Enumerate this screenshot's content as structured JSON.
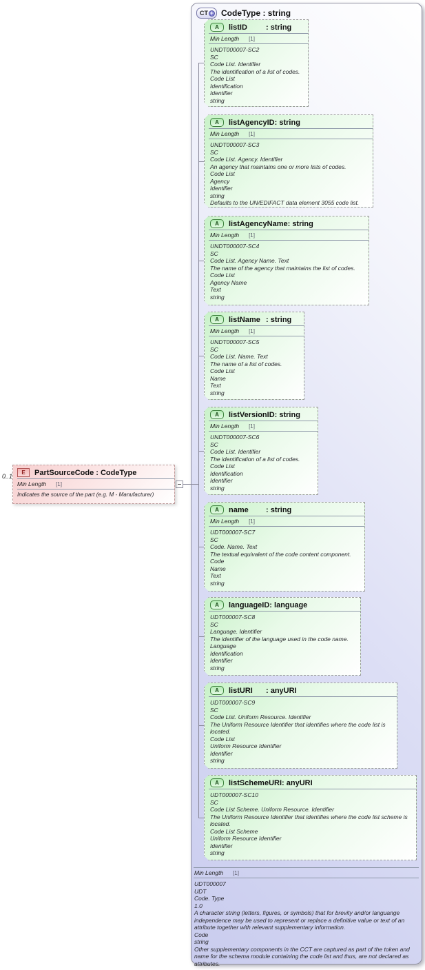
{
  "icons": {
    "complextype_badge": "CT",
    "plus": "+",
    "attribute_badge": "A",
    "element_badge": "E"
  },
  "complex_type": {
    "title": "CodeType : string",
    "facet": {
      "name": "Min Length",
      "value": "[1]"
    },
    "annotations": [
      "UDT000007",
      "UDT",
      "Code. Type",
      "1.0",
      "A character string (letters, figures, or symbols) that for brevity and/or languange independence may be used to represent or replace a definitive value or text of an attribute together with relevant supplementary information.",
      "Code",
      "string",
      "Other supplementary components in the CCT are captured as part of the token and name for the schema module containing the code list and thus, are not declared as attributes."
    ]
  },
  "element": {
    "title": "PartSourceCode : CodeType",
    "cardinality": "0..1",
    "facet": {
      "name": "Min Length",
      "value": "[1]"
    },
    "annotations": [
      "Indicates the source of the part (e.g. M - Manufacturer)"
    ]
  },
  "attributes": [
    {
      "name": "listID",
      "type_label": ": string",
      "facet": {
        "name": "Min Length",
        "value": "[1]"
      },
      "annotations": [
        "UNDT000007-SC2",
        "SC",
        "Code List. Identifier",
        "The identification of a list of codes.",
        "Code List",
        "Identification",
        "Identifier",
        "string"
      ]
    },
    {
      "name": "listAgencyID",
      "type_label": ": string",
      "facet": {
        "name": "Min Length",
        "value": "[1]"
      },
      "annotations": [
        "UNDT000007-SC3",
        "SC",
        "Code List. Agency. Identifier",
        "An agency that maintains one or more lists of codes.",
        "Code List",
        "Agency",
        "Identifier",
        "string",
        "Defaults to the UN/EDIFACT data element 3055 code list."
      ]
    },
    {
      "name": "listAgencyName",
      "type_label": ": string",
      "facet": {
        "name": "Min Length",
        "value": "[1]"
      },
      "annotations": [
        "UNDT000007-SC4",
        "SC",
        "Code List. Agency Name. Text",
        "The name of the agency that maintains the list of codes.",
        "Code List",
        "Agency Name",
        "Text",
        "string"
      ]
    },
    {
      "name": "listName",
      "type_label": ": string",
      "facet": {
        "name": "Min Length",
        "value": "[1]"
      },
      "annotations": [
        "UNDT000007-SC5",
        "SC",
        "Code List. Name. Text",
        "The name of a list of codes.",
        "Code List",
        "Name",
        "Text",
        "string"
      ]
    },
    {
      "name": "listVersionID",
      "type_label": ": string",
      "facet": {
        "name": "Min Length",
        "value": "[1]"
      },
      "annotations": [
        "UNDT000007-SC6",
        "SC",
        "Code List. Identifier",
        "The identification of a list of codes.",
        "Code List",
        "Identification",
        "Identifier",
        "string"
      ]
    },
    {
      "name": "name",
      "type_label": ": string",
      "facet": {
        "name": "Min Length",
        "value": "[1]"
      },
      "annotations": [
        "UDT000007-SC7",
        "SC",
        "Code. Name. Text",
        "The textual equivalent of the code content component.",
        "Code",
        "Name",
        "Text",
        "string"
      ]
    },
    {
      "name": "languageID",
      "type_label": ": language",
      "annotations": [
        "UDT000007-SC8",
        "SC",
        "Language. Identifier",
        "The identifier of the language used in the code name.",
        "Language",
        "Identification",
        "Identifier",
        "string"
      ]
    },
    {
      "name": "listURI",
      "type_label": ": anyURI",
      "annotations": [
        "UDT000007-SC9",
        "SC",
        "Code List. Uniform Resource. Identifier",
        "The Uniform Resource Identifier that identifies where the code list is located.",
        "Code List",
        "Uniform Resource Identifier",
        "Identifier",
        "string"
      ]
    },
    {
      "name": "listSchemeURI",
      "type_label": ": anyURI",
      "annotations": [
        "UDT000007-SC10",
        "SC",
        "Code List Scheme. Uniform Resource. Identifier",
        "The Uniform Resource Identifier that identifies where the code list scheme is located.",
        "Code List Scheme",
        "Uniform Resource Identifier",
        "Identifier",
        "string"
      ]
    }
  ]
}
